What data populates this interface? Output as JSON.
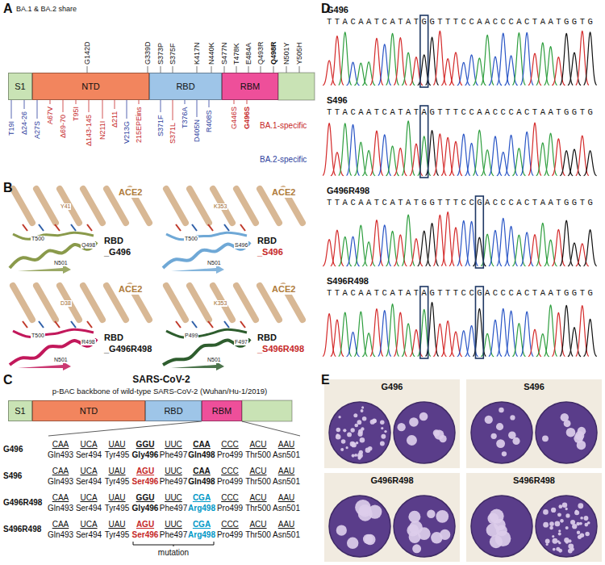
{
  "diagram": {
    "nodes": [
      {
        "text": [
          "S1"
        ]
      },
      {
        "text": [
          "NTD"
        ]
      },
      {
        "text": [
          "RBD"
        ]
      },
      {
        "text": [
          "RBM"
        ]
      },
      {
        "text": [
          "S1"
        ]
      },
      {
        "text": [
          "NTD"
        ]
      },
      {
        "text": [
          "RBD"
        ]
      },
      {
        "text": [
          "RBM"
        ]
      }
    ],
    "labels": [
      "A",
      "BA.1 & BA.2 share",
      "G142D",
      "G339D",
      "S373P",
      "S375F",
      "K417N",
      "N440K",
      "S477N",
      "T478K",
      "E484A",
      "Q493R",
      "Q498R",
      "N501Y",
      "Y505H",
      "T19I",
      "Δ24-26",
      "A27S",
      "A67V",
      "Δ69-70",
      "T95I",
      "Δ143-145",
      "N211I",
      "Δ211",
      "V213G",
      "215EPEins",
      "S371F",
      "S371L",
      "T376A",
      "D405N",
      "R408S",
      "G446S",
      "G496S",
      "BA.1-specific",
      "BA.2-specific",
      "B",
      "ACE2",
      "RBD",
      "_G496",
      "Y41",
      "T500",
      "N501",
      "Q498",
      "ACE2",
      "RBD",
      "_S496",
      "K353",
      "T500",
      "N501",
      "S496",
      "ACE2",
      "RBD",
      "_G496R498",
      "D38",
      "T500",
      "N501",
      "R498",
      "ACE2",
      "RBD",
      "_S496R498",
      "K353",
      "P499",
      "N501",
      "F497",
      "C",
      "SARS-CoV-2",
      "p-BAC backbone of wild-type SARS-CoV-2 (Wuhan/Hu-1/2019)",
      "G496",
      "CAA",
      "UCA",
      "UAU",
      "GGU",
      "UUC",
      "CAA",
      "CCC",
      "ACU",
      "AAU",
      "Gln493",
      "Ser494",
      "Tyr495",
      "Gly496",
      "Phe497",
      "Gln498",
      "Pro499",
      "Thr500",
      "Asn501",
      "S496",
      "CAA",
      "UCA",
      "UAU",
      "AGU",
      "UUC",
      "CAA",
      "CCC",
      "ACU",
      "AAU",
      "Gln493",
      "Ser494",
      "Tyr495",
      "Ser496",
      "Phe497",
      "Gln498",
      "Pro499",
      "Thr500",
      "Asn501",
      "G496R498",
      "CAA",
      "UCA",
      "UAU",
      "GGU",
      "UUC",
      "CGA",
      "CCC",
      "ACU",
      "AAU",
      "Gln493",
      "Ser494",
      "Tyr495",
      "Gly496",
      "Phe497",
      "Arg498",
      "Pro499",
      "Thr500",
      "Asn501",
      "S496R498",
      "CAA",
      "UCA",
      "UAU",
      "AGU",
      "UUC",
      "CGA",
      "CCC",
      "ACU",
      "AAU",
      "Gln493",
      "Ser494",
      "Tyr495",
      "Ser496",
      "Phe497",
      "Arg498",
      "Pro499",
      "Thr500",
      "Asn501",
      "mutation",
      "D",
      "G496",
      "TTACAATCATATGGTTTCCAACCCACTAATGGTG",
      "S496",
      "TTACAATCATATAGTTTCCAACCCACTAATGGTG",
      "G496R498",
      "TTACAATCATATGGTTTCCGACCCACTAATGGTG",
      "S496R498",
      "TTACAATCATATAGTTTCCGACCCACTAATGGTG",
      "E",
      "G496",
      "S496",
      "G496R498",
      "S496R498"
    ]
  }
}
